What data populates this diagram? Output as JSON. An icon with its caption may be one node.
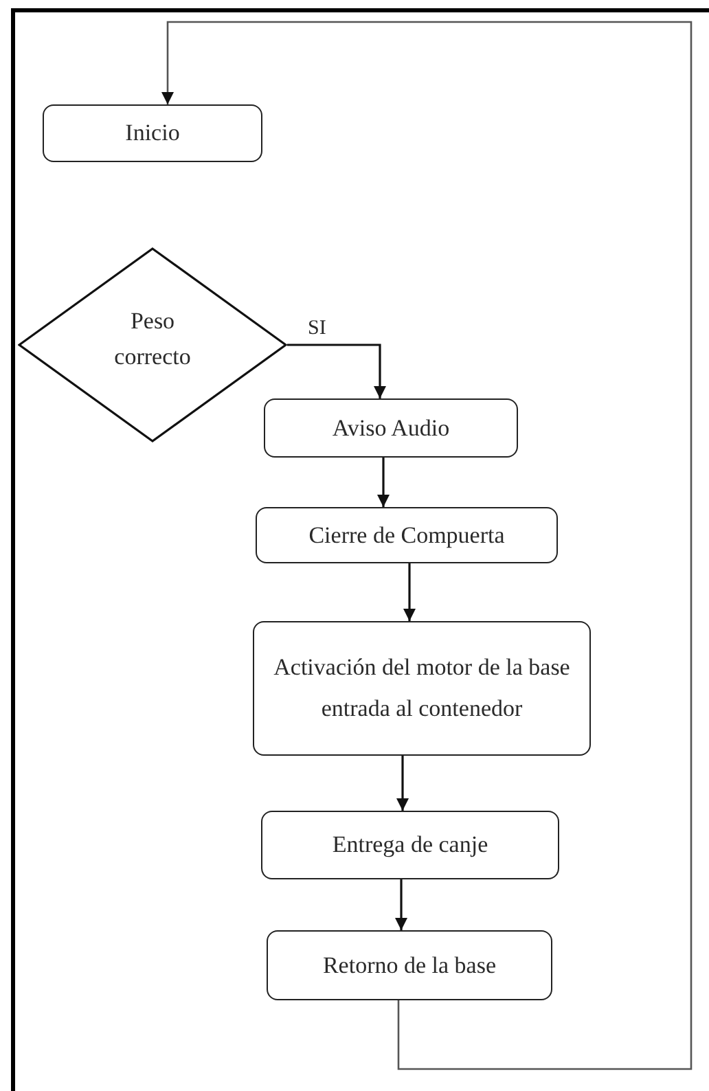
{
  "diagram": {
    "nodes": [
      {
        "text": [
          "Inicio"
        ]
      },
      {
        "text": [
          "Peso correcto"
        ]
      },
      {
        "text": [
          "Aviso Audio"
        ]
      },
      {
        "text": [
          "Cierre de Compuerta"
        ]
      },
      {
        "text": [
          "Activación del motor de la base entrada al contenedor"
        ]
      },
      {
        "text": [
          "Entrega de canje"
        ]
      },
      {
        "text": [
          "Retorno de la base"
        ]
      }
    ],
    "edges": [
      {
        "from": 6,
        "to": 0,
        "arrow": "to"
      },
      {
        "from": 1,
        "to": 2,
        "arrow": "to",
        "label": "SI"
      },
      {
        "from": 2,
        "to": 3,
        "arrow": "to"
      },
      {
        "from": 3,
        "to": 4,
        "arrow": "to"
      },
      {
        "from": 4,
        "to": 5,
        "arrow": "to"
      },
      {
        "from": 5,
        "to": 6,
        "arrow": "to"
      }
    ]
  }
}
